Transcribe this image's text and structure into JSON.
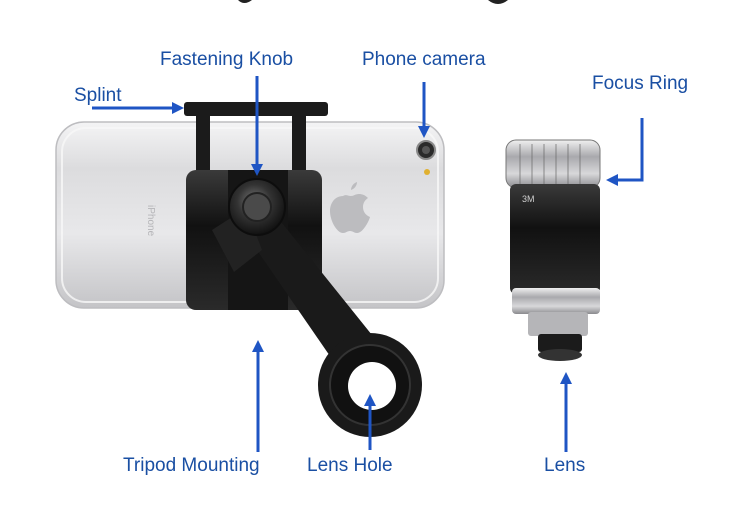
{
  "labels": {
    "splint": "Splint",
    "fastening_knob": "Fastening Knob",
    "phone_camera": "Phone camera",
    "focus_ring": "Focus Ring",
    "tripod_mounting": "Tripod Mounting",
    "lens_hole": "Lens Hole",
    "lens": "Lens"
  },
  "phone": {
    "brand_text": "iPhone"
  },
  "telephoto": {
    "zoom_marking": "3M"
  },
  "colors": {
    "label_text": "#1a4fa3",
    "arrow": "#1f55c4",
    "phone_silver": "#d9d9db",
    "clip_black": "#1b1b1b",
    "lens_chrome": "#b8b8bb"
  }
}
